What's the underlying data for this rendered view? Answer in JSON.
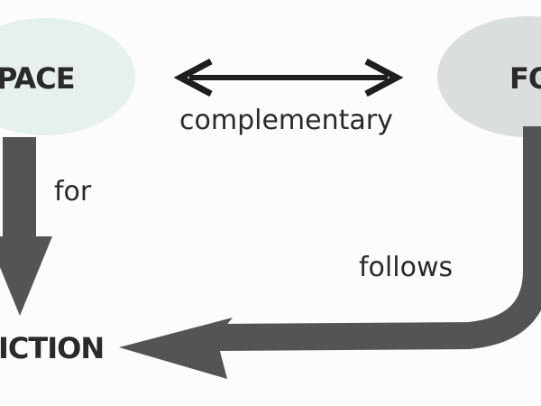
{
  "nodes": {
    "space": {
      "label": "PACE",
      "fill": "#e6f0ec"
    },
    "form": {
      "label": "FO",
      "fill": "#dadedc"
    },
    "function": {
      "label": "ICTION"
    }
  },
  "edges": {
    "complementary": {
      "label": "complementary",
      "color": "#1e1e1e"
    },
    "for": {
      "label": "for",
      "color": "#545454"
    },
    "follows": {
      "label": "follows",
      "color": "#545454"
    }
  }
}
